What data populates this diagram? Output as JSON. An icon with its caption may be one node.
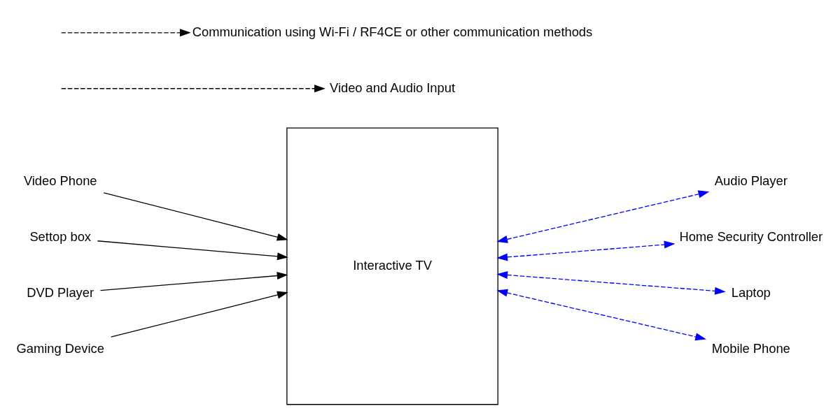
{
  "diagram": {
    "nodes": [
      {
        "text": [
          "Interactive TV"
        ]
      },
      {
        "text": [
          "Video Phone"
        ]
      },
      {
        "text": [
          "Settop box"
        ]
      },
      {
        "text": [
          "DVD Player"
        ]
      },
      {
        "text": [
          "Gaming Device"
        ]
      },
      {
        "text": [
          "Audio Player"
        ]
      },
      {
        "text": [
          "Home Security Controller"
        ]
      },
      {
        "text": [
          "Laptop"
        ]
      },
      {
        "text": [
          "Mobile Phone"
        ]
      },
      {
        "text": [
          "Video and Audio Input"
        ]
      },
      {
        "text": [
          "Communication using Wi-Fi / RF4CE or other communication methods"
        ]
      }
    ],
    "edges": [
      {
        "from": 1,
        "to": 0,
        "arrow": "to"
      },
      {
        "from": 2,
        "to": 0,
        "arrow": "to"
      },
      {
        "from": 3,
        "to": 0,
        "arrow": "to"
      },
      {
        "from": 4,
        "to": 0,
        "arrow": "to"
      },
      {
        "from": 0,
        "to": 5,
        "arrow": "both",
        "style": "dashed",
        "color": "#0000ff"
      },
      {
        "from": 0,
        "to": 6,
        "arrow": "both",
        "style": "dashed",
        "color": "#0000ff"
      },
      {
        "from": 0,
        "to": 7,
        "arrow": "both",
        "style": "dashed",
        "color": "#0000ff"
      },
      {
        "from": 0,
        "to": 8,
        "arrow": "both",
        "style": "dashed",
        "color": "#0000ff"
      },
      {
        "from": null,
        "to": 9,
        "arrow": "to",
        "style": "dashed"
      },
      {
        "from": null,
        "to": 10,
        "arrow": "to",
        "style": "dashed"
      }
    ]
  }
}
